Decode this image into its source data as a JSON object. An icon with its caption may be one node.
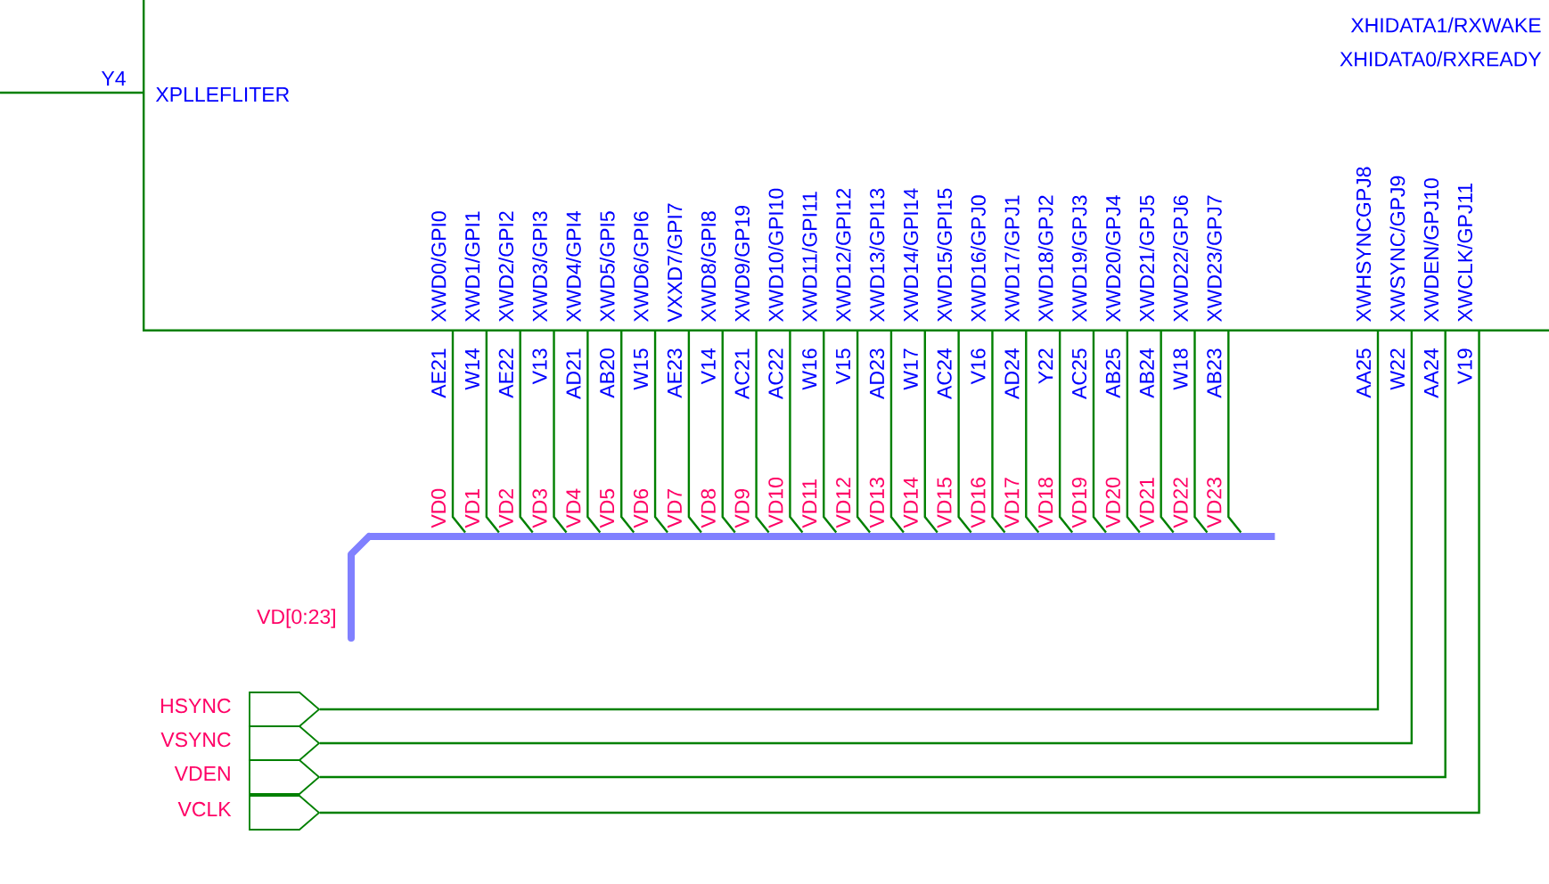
{
  "diagram": {
    "nodes": [
      {
        "text": [],
        "shape": "box"
      },
      {
        "text": [],
        "shape": "bar",
        "beside": [
          "VD[0:23]"
        ]
      },
      {
        "text": [
          "HSYNC"
        ]
      },
      {
        "text": [
          "VSYNC"
        ]
      },
      {
        "text": [
          "VDEN"
        ]
      },
      {
        "text": [
          "VCLK"
        ]
      }
    ],
    "edges": [
      {
        "from": 0,
        "to": null,
        "arrow": "none"
      },
      {
        "from": 0,
        "to": 1,
        "arrow": "none",
        "label": "VD0"
      },
      {
        "from": 0,
        "to": 1,
        "arrow": "none",
        "label": "VD1"
      },
      {
        "from": 0,
        "to": 1,
        "arrow": "none",
        "label": "VD2"
      },
      {
        "from": 0,
        "to": 1,
        "arrow": "none",
        "label": "VD3"
      },
      {
        "from": 0,
        "to": 1,
        "arrow": "none",
        "label": "VD4"
      },
      {
        "from": 0,
        "to": 1,
        "arrow": "none",
        "label": "VD5"
      },
      {
        "from": 0,
        "to": 1,
        "arrow": "none",
        "label": "VD6"
      },
      {
        "from": 0,
        "to": 1,
        "arrow": "none",
        "label": "VD7"
      },
      {
        "from": 0,
        "to": 1,
        "arrow": "none",
        "label": "VD8"
      },
      {
        "from": 0,
        "to": 1,
        "arrow": "none",
        "label": "VD9"
      },
      {
        "from": 0,
        "to": 1,
        "arrow": "none",
        "label": "VD10"
      },
      {
        "from": 0,
        "to": 1,
        "arrow": "none",
        "label": "VD11"
      },
      {
        "from": 0,
        "to": 1,
        "arrow": "none",
        "label": "VD12"
      },
      {
        "from": 0,
        "to": 1,
        "arrow": "none",
        "label": "VD13"
      },
      {
        "from": 0,
        "to": 1,
        "arrow": "none",
        "label": "VD14"
      },
      {
        "from": 0,
        "to": 1,
        "arrow": "none",
        "label": "VD15"
      },
      {
        "from": 0,
        "to": 1,
        "arrow": "none",
        "label": "VD16"
      },
      {
        "from": 0,
        "to": 1,
        "arrow": "none",
        "label": "VD17"
      },
      {
        "from": 0,
        "to": 1,
        "arrow": "none",
        "label": "VD18"
      },
      {
        "from": 0,
        "to": 1,
        "arrow": "none",
        "label": "VD19"
      },
      {
        "from": 0,
        "to": 1,
        "arrow": "none",
        "label": "VD20"
      },
      {
        "from": 0,
        "to": 1,
        "arrow": "none",
        "label": "VD21"
      },
      {
        "from": 0,
        "to": 1,
        "arrow": "none",
        "label": "VD22"
      },
      {
        "from": 0,
        "to": 1,
        "arrow": "none",
        "label": "VD23"
      },
      {
        "from": 0,
        "to": 2,
        "arrow": "none"
      },
      {
        "from": 0,
        "to": 3,
        "arrow": "none"
      },
      {
        "from": 0,
        "to": 4,
        "arrow": "none"
      },
      {
        "from": 0,
        "to": 5,
        "arrow": "none"
      }
    ],
    "labels": [
      "XHIDATA1/RXWAKE",
      "XHIDATA0/RXREADY",
      "Y4",
      "XPLLEFLITER",
      "XWD0/GPI0",
      "XWD1/GPI1",
      "XWD2/GPI2",
      "XWD3/GPI3",
      "XWD4/GPI4",
      "XWD5/GPI5",
      "XWD6/GPI6",
      "VXXD7/GPI7",
      "XWD8/GPI8",
      "XWD9/GP19",
      "XWD10/GPI10",
      "XWD11/GPI11",
      "XWD12/GPI12",
      "XWD13/GPI13",
      "XWD14/GPI14",
      "XWD15/GPI15",
      "XWD16/GPJ0",
      "XWD17/GPJ1",
      "XWD18/GPJ2",
      "XWD19/GPJ3",
      "XWD20/GPJ4",
      "XWD21/GPJ5",
      "XWD22/GPJ6",
      "XWD23/GPJ7",
      "XWHSYNCGPJ8",
      "XWSYNC/GPJ9",
      "XWDEN/GPJ10",
      "XWCLK/GPJ11",
      "AE21",
      "W14",
      "AE22",
      "V13",
      "AD21",
      "AB20",
      "W15",
      "AE23",
      "V14",
      "AC21",
      "AC22",
      "W16",
      "V15",
      "AD23",
      "W17",
      "AC24",
      "V16",
      "AD24",
      "Y22",
      "AC25",
      "AB25",
      "AB24",
      "W18",
      "AB23",
      "AA25",
      "W22",
      "AA24",
      "V19"
    ]
  }
}
